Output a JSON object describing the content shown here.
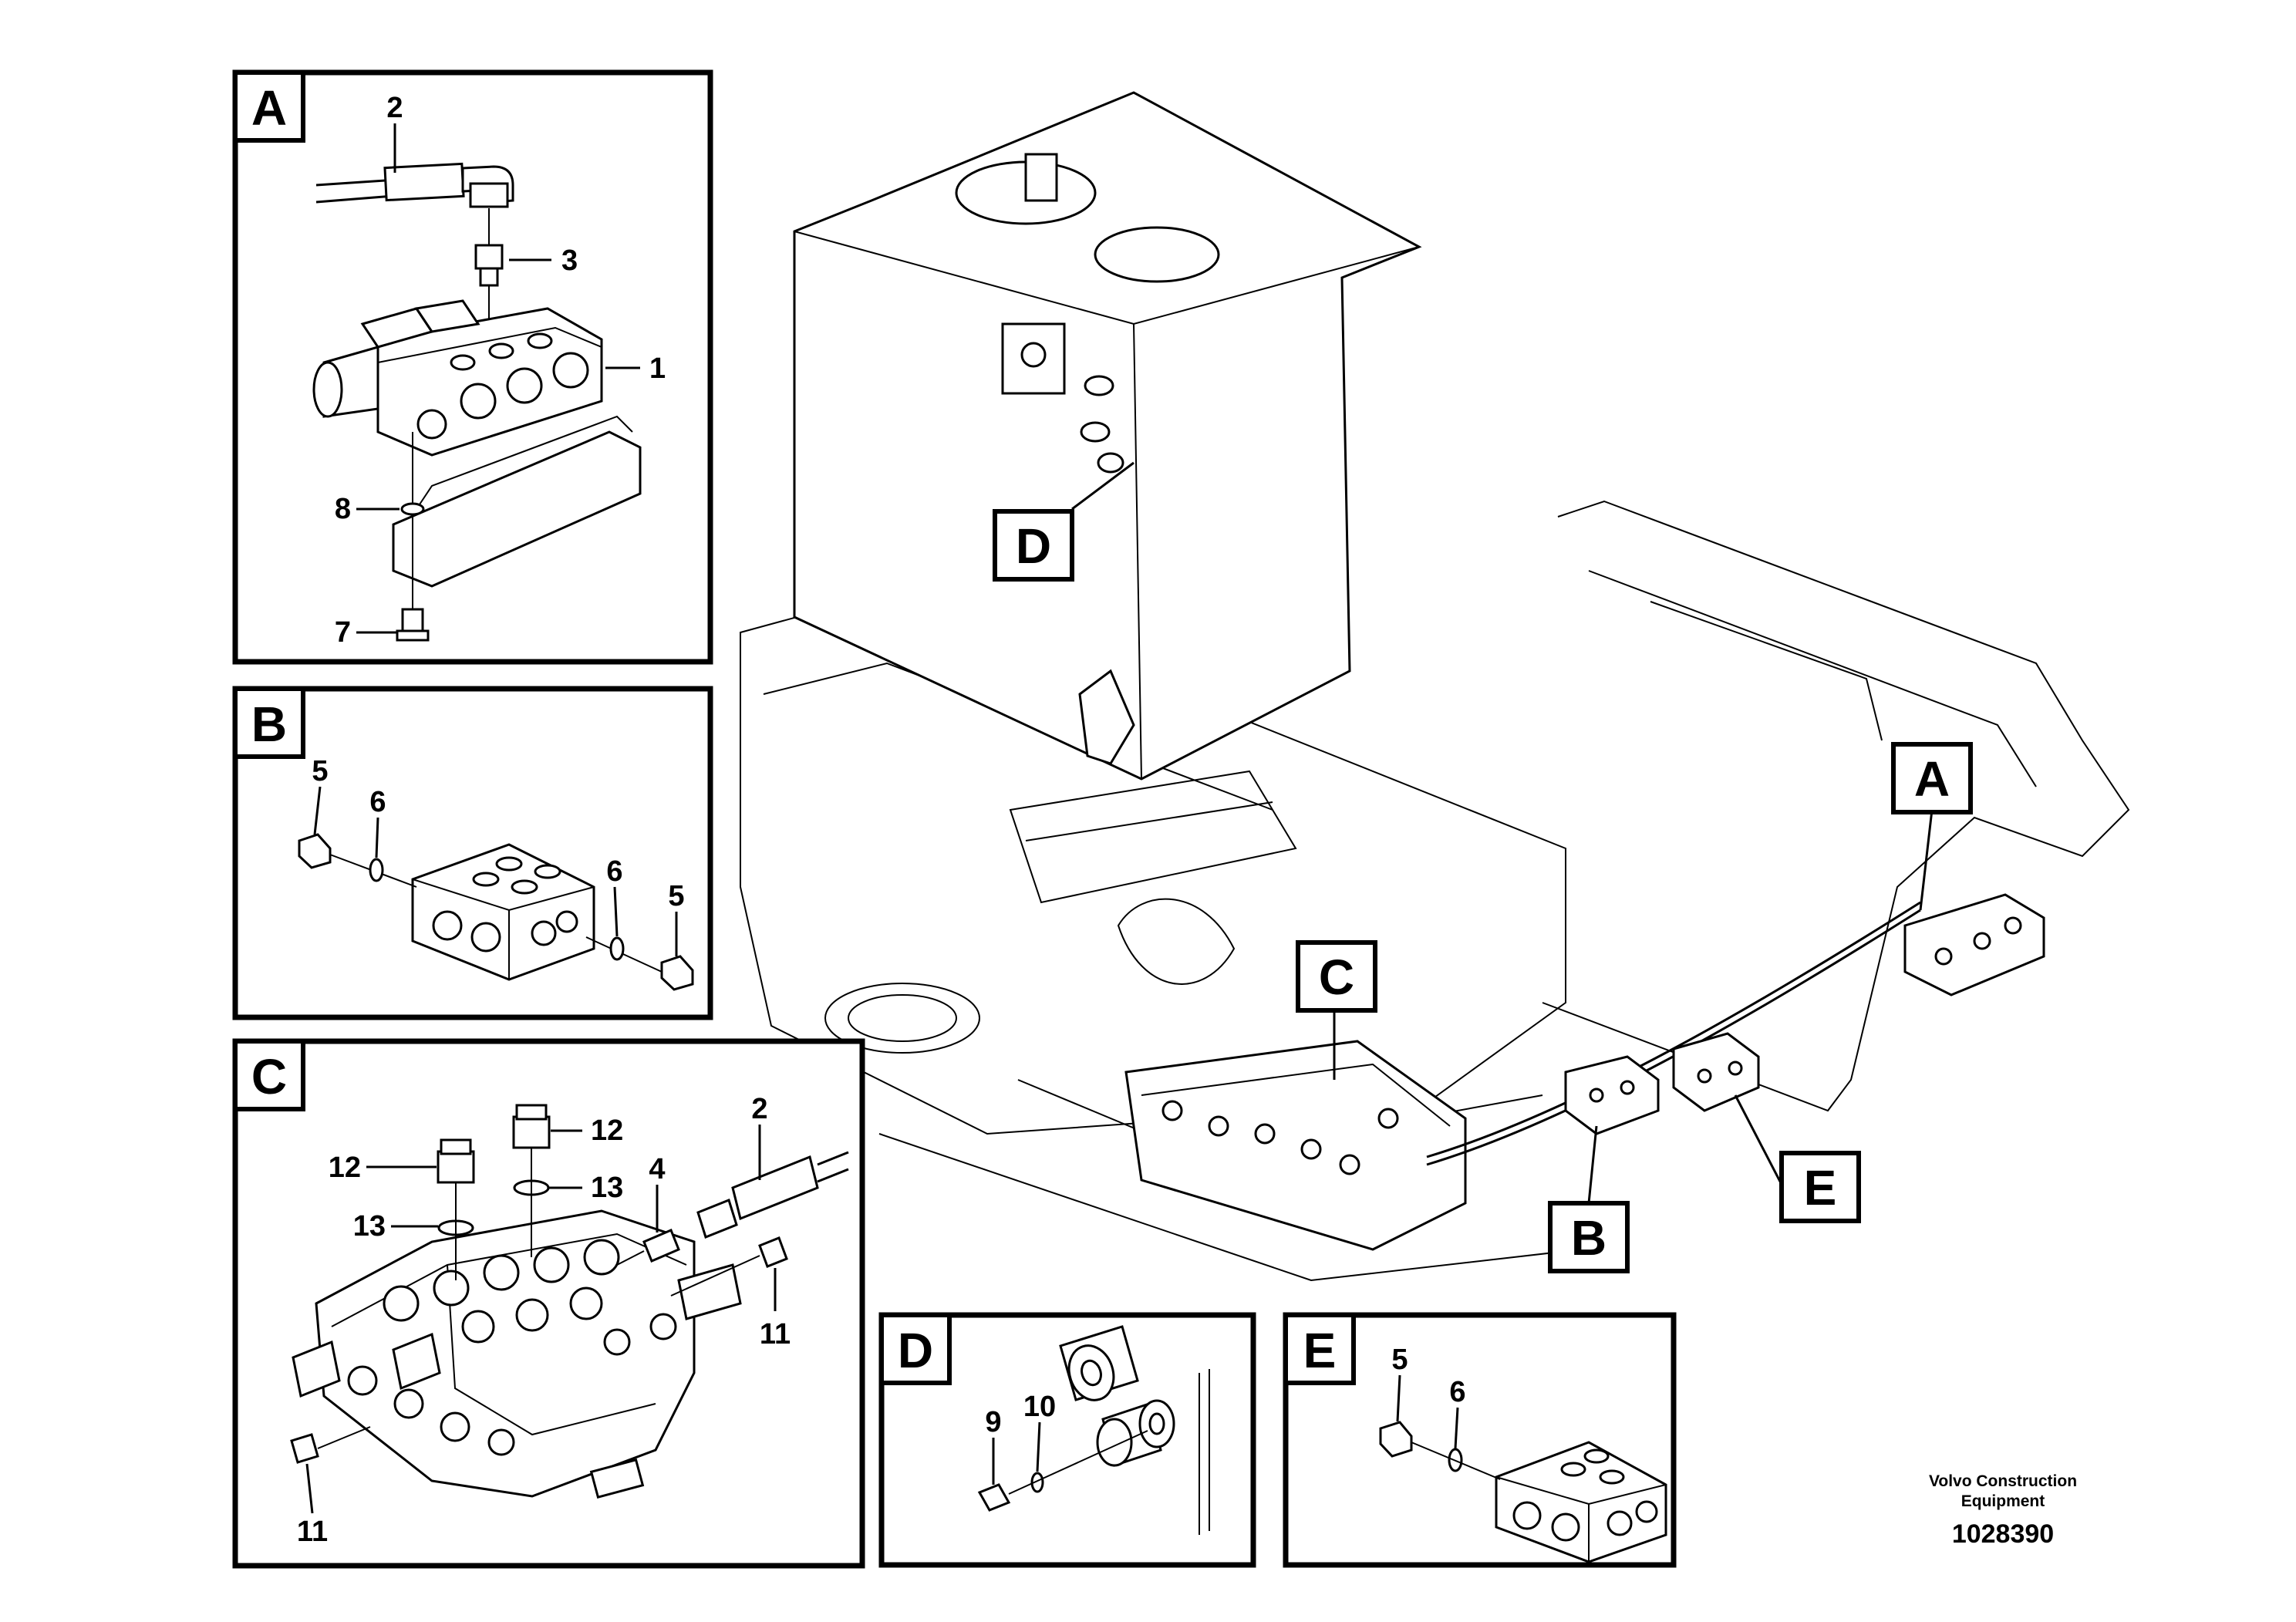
{
  "panels": {
    "A": {
      "label": "A",
      "callouts": [
        "2",
        "3",
        "1",
        "8",
        "7"
      ]
    },
    "B": {
      "label": "B",
      "callouts": [
        "5",
        "6",
        "6",
        "5"
      ]
    },
    "C": {
      "label": "C",
      "callouts": [
        "12",
        "12",
        "13",
        "13",
        "4",
        "2",
        "11",
        "11"
      ]
    },
    "D": {
      "label": "D",
      "callouts": [
        "9",
        "10"
      ]
    },
    "E": {
      "label": "E",
      "callouts": [
        "5",
        "6"
      ]
    }
  },
  "overview": {
    "detail_labels": [
      "D",
      "A",
      "C",
      "B",
      "E"
    ]
  },
  "credit": {
    "line1": "Volvo Construction",
    "line2": "Equipment",
    "doc_number": "1028390"
  }
}
